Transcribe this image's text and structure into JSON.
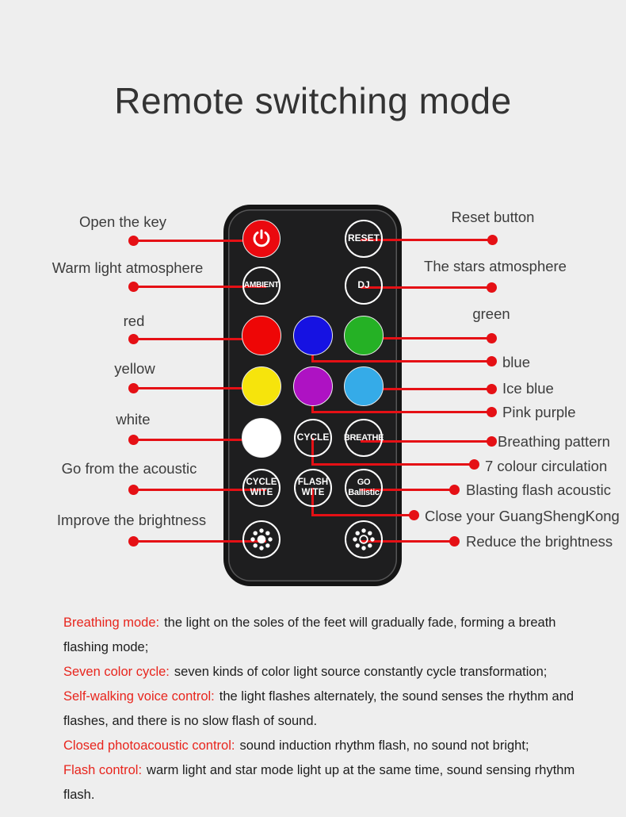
{
  "page": {
    "accent_red": "#e51015",
    "background": "#eeeeee"
  },
  "title": "Remote switching mode",
  "remote": {
    "body_color": "#1e1e1f",
    "buttons": {
      "power": {
        "icon": "power-icon",
        "color": "#ea090f"
      },
      "reset": {
        "label": "RESET"
      },
      "ambient": {
        "label": "AMBIENT"
      },
      "dj": {
        "label": "DJ"
      },
      "red": {
        "color": "#ee0606"
      },
      "blue": {
        "color": "#1612e2"
      },
      "green": {
        "color": "#25b125"
      },
      "yellow": {
        "color": "#f6e40c"
      },
      "purple": {
        "color": "#ae12c3"
      },
      "ice_blue": {
        "color": "#35abe8"
      },
      "white": {
        "color": "#ffffff"
      },
      "cycle": {
        "label": "CYCLE"
      },
      "breathe": {
        "label": "BREATHE"
      },
      "cycle_wite": {
        "label": "CYCLE\nWITE"
      },
      "flash_wite": {
        "label": "FLASH\nWITE"
      },
      "go_ballistic": {
        "label": "GO\nBallistic"
      },
      "brightness_up": {
        "icon": "brightness-up-icon"
      },
      "brightness_down": {
        "icon": "brightness-down-icon"
      }
    }
  },
  "callouts": {
    "left": [
      {
        "label": "Open the key"
      },
      {
        "label": "Warm light atmosphere"
      },
      {
        "label": "red"
      },
      {
        "label": "yellow"
      },
      {
        "label": "white"
      },
      {
        "label": "Go from the acoustic"
      },
      {
        "label": "Improve the brightness"
      }
    ],
    "right": [
      {
        "label": "Reset button"
      },
      {
        "label": "The stars atmosphere"
      },
      {
        "label": "green"
      },
      {
        "label": "blue"
      },
      {
        "label": "Ice blue"
      },
      {
        "label": "Pink purple"
      },
      {
        "label": "Breathing pattern"
      },
      {
        "label": "7 colour circulation"
      },
      {
        "label": "Blasting flash acoustic"
      },
      {
        "label": "Close your GuangShengKong"
      },
      {
        "label": "Reduce the brightness"
      }
    ]
  },
  "notes": [
    {
      "term": "Breathing mode:",
      "desc": "the light on the soles of the feet will gradually fade, forming a breath flashing mode;"
    },
    {
      "term": "Seven color cycle:",
      "desc": "seven kinds of color light source constantly cycle transformation;"
    },
    {
      "term": "Self-walking voice control:",
      "desc": "the light flashes alternately, the sound senses the rhythm and flashes, and there is no slow flash of sound."
    },
    {
      "term": "Closed photoacoustic control:",
      "desc": "sound induction rhythm flash, no sound not bright;"
    },
    {
      "term": "Flash control:",
      "desc": "warm light and star mode light up at the same time, sound sensing rhythm flash."
    }
  ]
}
